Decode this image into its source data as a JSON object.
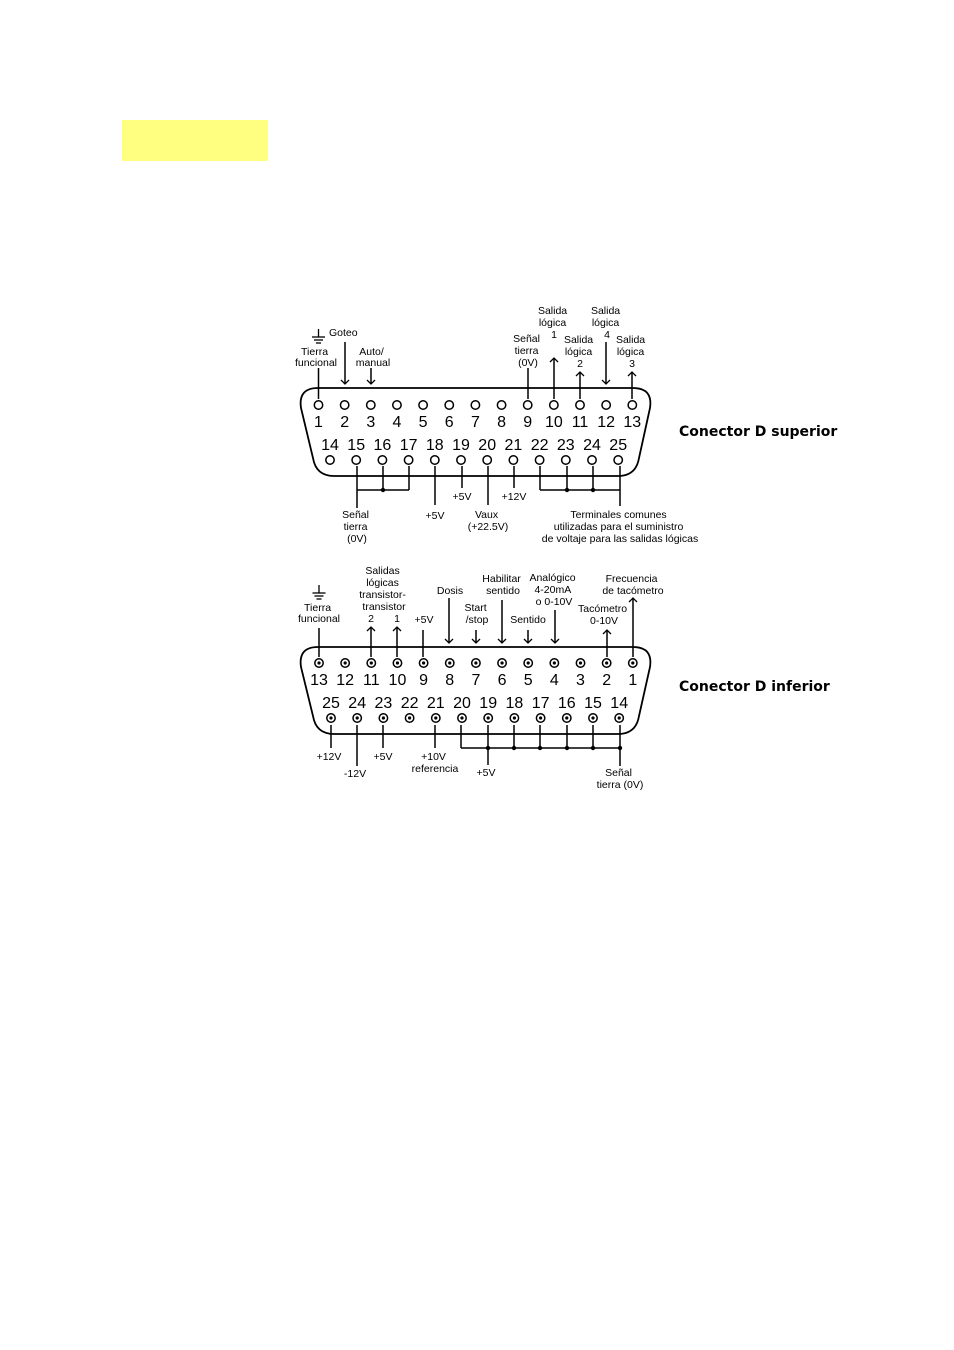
{
  "highlight_color": "#ffff80",
  "superior": {
    "title": "Conector D superior",
    "top_row": [
      "1",
      "2",
      "3",
      "4",
      "5",
      "6",
      "7",
      "8",
      "9",
      "10",
      "11",
      "12",
      "13"
    ],
    "bottom_row": [
      "14",
      "15",
      "16",
      "17",
      "18",
      "19",
      "20",
      "21",
      "22",
      "23",
      "24",
      "25"
    ],
    "labels": {
      "tierra": [
        "Tierra",
        "funcional"
      ],
      "goteo": "Goteo",
      "auto": [
        "Auto/",
        "manual"
      ],
      "senal_tierra_top": [
        "Señal",
        "tierra",
        "(0V)"
      ],
      "salida1": [
        "Salida",
        "lógica",
        "1"
      ],
      "salida2": [
        "Salida",
        "lógica",
        "2"
      ],
      "salida4": [
        "Salida",
        "lógica",
        "4"
      ],
      "salida3": [
        "Salida",
        "lógica",
        "3"
      ],
      "senal_tierra_bottom": [
        "Señal",
        "tierra",
        "(0V)"
      ],
      "plus5v_18": "+5V",
      "plus5v_19": "+5V",
      "vaux": [
        "Vaux",
        "(+22.5V)"
      ],
      "plus12v": "+12V",
      "terminales": [
        "Terminales comunes",
        "utilizadas para el suministro",
        "de voltaje para las salidas lógicas"
      ]
    }
  },
  "inferior": {
    "title": "Conector D inferior",
    "top_row": [
      "13",
      "12",
      "11",
      "10",
      "9",
      "8",
      "7",
      "6",
      "5",
      "4",
      "3",
      "2",
      "1"
    ],
    "bottom_row": [
      "25",
      "24",
      "23",
      "22",
      "21",
      "20",
      "19",
      "18",
      "17",
      "16",
      "15",
      "14"
    ],
    "labels": {
      "tierra": [
        "Tierra",
        "funcional"
      ],
      "salidas": [
        "Salidas",
        "lógicas",
        "transistor-",
        "transistor"
      ],
      "sal_num2": "2",
      "sal_num1": "1",
      "plus5v_9": "+5V",
      "dosis": "Dosis",
      "start": [
        "Start",
        "/stop"
      ],
      "habilitar": [
        "Habilitar",
        "sentido"
      ],
      "sentido": "Sentido",
      "analogico": [
        "Analógico",
        "4-20mA",
        "o 0-10V"
      ],
      "tacometro": [
        "Tacómetro",
        "0-10V"
      ],
      "frecuencia": [
        "Frecuencia",
        "de tacómetro"
      ],
      "plus12v": "+12V",
      "minus12v": "-12V",
      "plus5v_23": "+5V",
      "plus10v": [
        "+10V",
        "referencia"
      ],
      "plus5v_19": "+5V",
      "senal_tierra": [
        "Señal",
        "tierra (0V)"
      ]
    }
  }
}
